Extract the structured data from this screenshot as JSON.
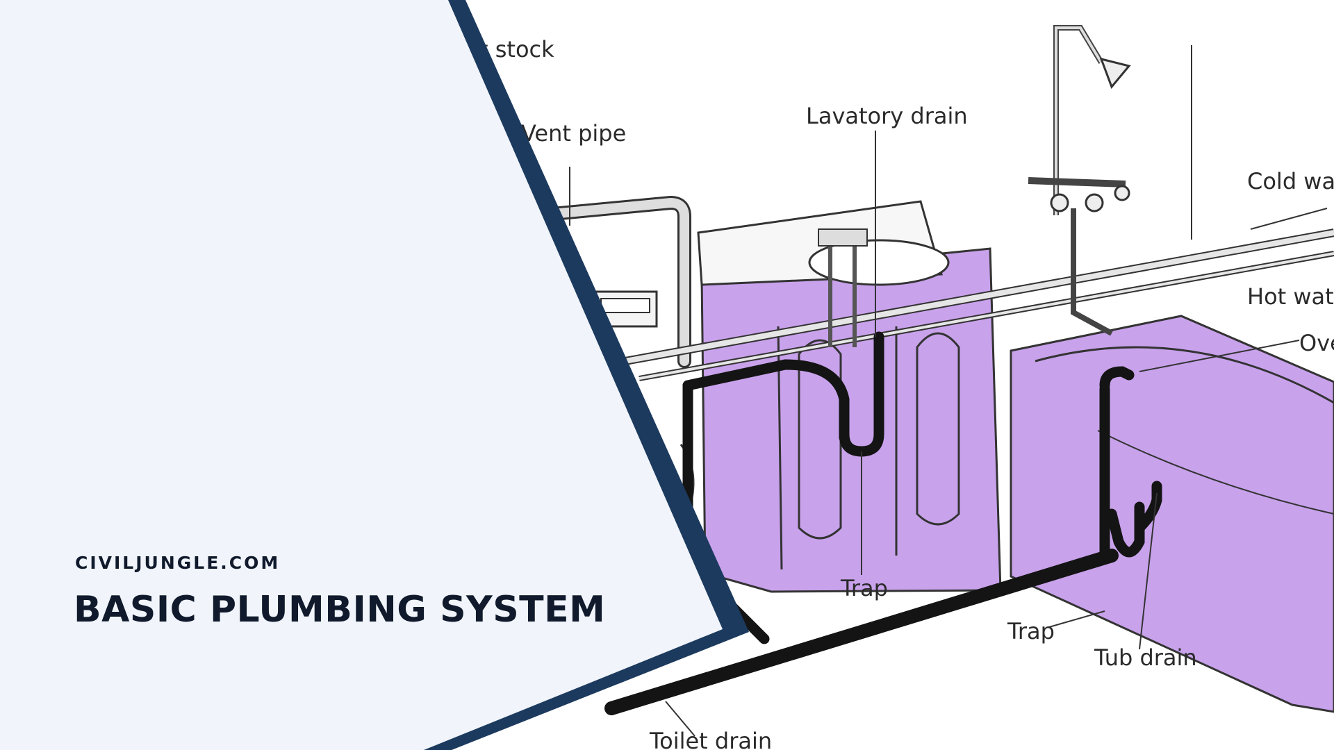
{
  "brand": "CIVILJUNGLE.COM",
  "title": "BASIC PLUMBING SYSTEM",
  "diagram": {
    "labels": {
      "stack": "t stock",
      "vent_pipe": "Vent pipe",
      "lavatory_drain": "Lavatory drain",
      "cold_water": "Cold wa",
      "hot_water": "Hot wate",
      "overflow": "Ove",
      "trap_lavatory": "Trap",
      "trap_tub": "Trap",
      "tub_drain": "Tub drain",
      "toilet_drain": "Toilet drain"
    }
  },
  "colors": {
    "panel": "#f1f5fb",
    "panel_border": "#1c3a5e",
    "fixture": "#c9a2ec",
    "pipe": "#141414",
    "supply_pipe": "#e0e0e0",
    "text": "#101a2c"
  }
}
